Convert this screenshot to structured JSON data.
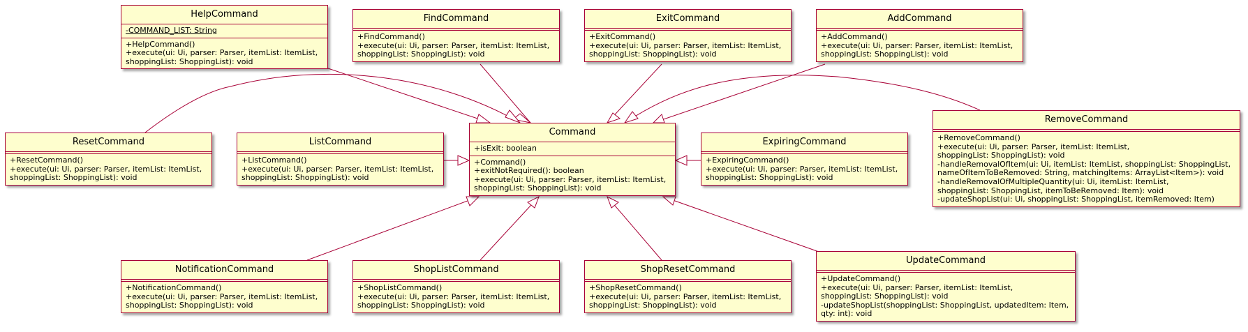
{
  "colors": {
    "box_fill": "#fefece",
    "border": "#a80036"
  },
  "classes": {
    "help": {
      "name": "HelpCommand",
      "attrs": [
        "-COMMAND_LIST: String"
      ],
      "methods": [
        "+HelpCommand()",
        "+execute(ui: Ui, parser: Parser, itemList: ItemList,",
        "shoppingList: ShoppingList): void"
      ]
    },
    "find": {
      "name": "FindCommand",
      "methods": [
        "+FindCommand()",
        "+execute(ui: Ui, parser: Parser, itemList: ItemList,",
        "shoppingList: ShoppingList): void"
      ]
    },
    "exit": {
      "name": "ExitCommand",
      "methods": [
        "+ExitCommand()",
        "+execute(ui: Ui, parser: Parser, itemList: ItemList,",
        "shoppingList: ShoppingList): void"
      ]
    },
    "add": {
      "name": "AddCommand",
      "methods": [
        "+AddCommand()",
        "+execute(ui: Ui, parser: Parser, itemList: ItemList,",
        "shoppingList: ShoppingList): void"
      ]
    },
    "reset": {
      "name": "ResetCommand",
      "methods": [
        "+ResetCommand()",
        "+execute(ui: Ui, parser: Parser, itemList: ItemList,",
        "shoppingList: ShoppingList): void"
      ]
    },
    "list": {
      "name": "ListCommand",
      "methods": [
        "+ListCommand()",
        "+execute(ui: Ui, parser: Parser, itemList: ItemList,",
        "shoppingList: ShoppingList): void"
      ]
    },
    "command": {
      "name": "Command",
      "attrs": [
        "+isExit: boolean"
      ],
      "methods": [
        "+Command()",
        "+exitNotRequired(): boolean",
        "+execute(ui: Ui, parser: Parser, itemList: ItemList,",
        "shoppingList: ShoppingList): void"
      ]
    },
    "expiring": {
      "name": "ExpiringCommand",
      "methods": [
        "+ExpiringCommand()",
        "+execute(ui: Ui, parser: Parser, itemList: ItemList,",
        "shoppingList: ShoppingList): void"
      ]
    },
    "remove": {
      "name": "RemoveCommand",
      "methods": [
        "+RemoveCommand()",
        "+execute(ui: Ui, parser: Parser, itemList: ItemList,",
        "shoppingList: ShoppingList): void",
        "-handleRemovalOfItem(ui: Ui, itemList: ItemList, shoppingList: ShoppingList,",
        "nameOfItemToBeRemoved: String, matchingItems: ArrayList<Item>): void",
        "-handleRemovalOfMultipleQuantity(ui: Ui, itemList: ItemList,",
        "shoppingList: ShoppingList, itemToBeRemoved: Item): void",
        "-updateShopList(ui: Ui, shoppingList: ShoppingList, itemRemoved: Item)"
      ]
    },
    "notification": {
      "name": "NotificationCommand",
      "methods": [
        "+NotificationCommand()",
        "+execute(ui: Ui, parser: Parser, itemList: ItemList,",
        "shoppingList: ShoppingList): void"
      ]
    },
    "shoplist": {
      "name": "ShopListCommand",
      "methods": [
        "+ShopListCommand()",
        "+execute(ui: Ui, parser: Parser, itemList: ItemList,",
        "shoppingList: ShoppingList): void"
      ]
    },
    "shopreset": {
      "name": "ShopResetCommand",
      "methods": [
        "+ShopResetCommand()",
        "+execute(ui: Ui, parser: Parser, itemList: ItemList,",
        "shoppingList: ShoppingList): void"
      ]
    },
    "update": {
      "name": "UpdateCommand",
      "methods": [
        "+UpdateCommand()",
        "+execute(ui: Ui, parser: Parser, itemList: ItemList,",
        "shoppingList: ShoppingList): void",
        "-updateShopList(shoppingList: ShoppingList, updatedItem: Item,",
        "qty: int): void"
      ]
    }
  }
}
